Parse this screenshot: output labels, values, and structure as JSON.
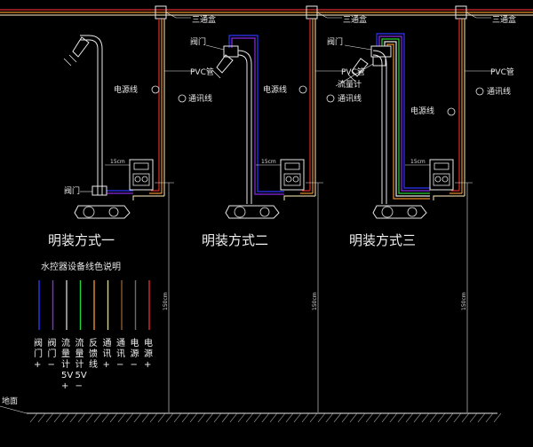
{
  "labels": {
    "junction_box": "三通盒",
    "pvc_pipe": "PVC管",
    "power_line": "电源线",
    "comm_line": "通讯线",
    "valve": "阀门",
    "flowmeter": "流量计",
    "dim_15cm": "15cm",
    "dim_150cm": "150cm",
    "ground": "地面"
  },
  "titles": [
    "明装方式一",
    "明装方式二",
    "明装方式三"
  ],
  "legend": {
    "heading": "水控器设备线色说明",
    "lines": [
      {
        "color": "#2a36ff",
        "text": [
          "阀",
          "门",
          "+"
        ]
      },
      {
        "color": "#8a2be2",
        "text": [
          "阀",
          "门",
          "−"
        ]
      },
      {
        "color": "#c8c8c8",
        "text": [
          "流",
          "量",
          "计",
          "5V",
          "+"
        ]
      },
      {
        "color": "#29d33a",
        "text": [
          "流",
          "量",
          "计",
          "5V",
          "−"
        ]
      },
      {
        "color": "#e8902a",
        "text": [
          "反",
          "馈",
          "线"
        ]
      },
      {
        "color": "#e0d84a",
        "text": [
          "通",
          "讯",
          "+"
        ]
      },
      {
        "color": "#8b5a2b",
        "text": [
          "通",
          "讯",
          "−"
        ]
      },
      {
        "color": "#6b6b6b",
        "text": [
          "电",
          "源",
          "−"
        ]
      },
      {
        "color": "#e02a2a",
        "text": [
          "电",
          "源",
          "+"
        ]
      }
    ]
  },
  "colors": {
    "pvc": "#d4c49a",
    "power": "#e02a2a",
    "comm": "#e8902a",
    "blue": "#2a36ff",
    "purple": "#8a2be2",
    "green": "#29d33a",
    "white": "#e8e8e8"
  }
}
